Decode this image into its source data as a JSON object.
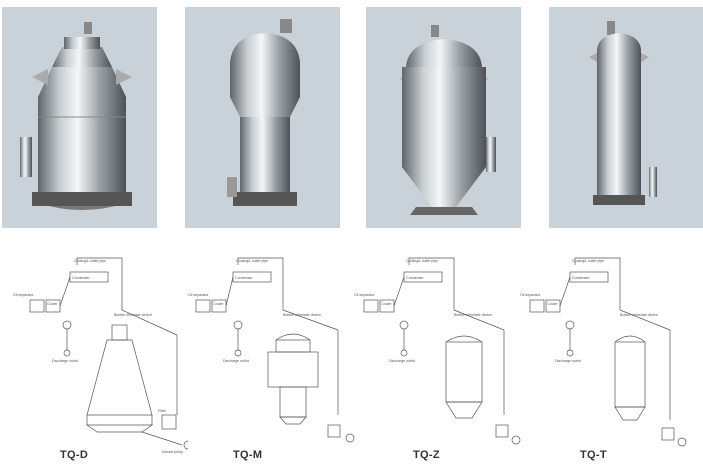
{
  "panels": [
    {
      "model": "TQ-D"
    },
    {
      "model": "TQ-M"
    },
    {
      "model": "TQ-Z"
    },
    {
      "model": "TQ-T"
    }
  ],
  "schematic_labels": {
    "cooling_pipe": "Cooling& outlet pipe",
    "condenser": "Condenser",
    "cooler": "Cooler",
    "oil_separator": "Oil separator",
    "bubble_device": "Bubble eliminate device",
    "discharge_outlet": "Discharge outlet",
    "filter": "Filter",
    "pump": "Extract pump"
  },
  "colors": {
    "photo_bg": "#c9d2d9",
    "line": "#555555",
    "steel_light": "#eef1f3",
    "steel_dark": "#6e767c"
  }
}
